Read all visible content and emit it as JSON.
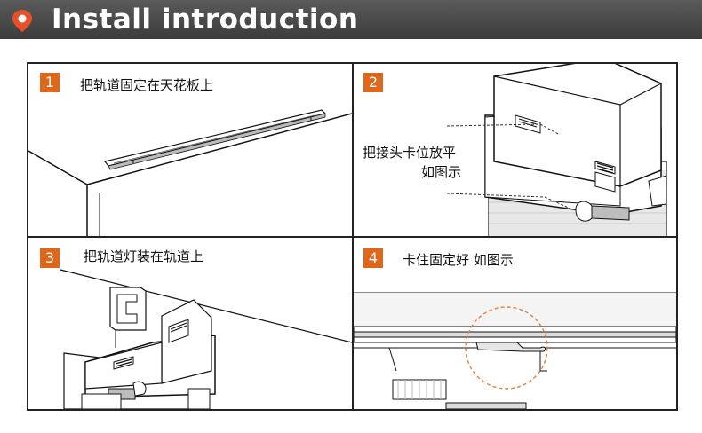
{
  "header": {
    "title": "Install introduction",
    "icon": "location-pin-icon",
    "accent": "#e8502a",
    "bar_color": "#4a4a4a"
  },
  "badge_color": "#e0661a",
  "steps": [
    {
      "number": "1",
      "caption": "把轨道固定在天花板上"
    },
    {
      "number": "2",
      "caption_line1": "把接头卡位放平",
      "caption_line2": "如图示"
    },
    {
      "number": "3",
      "caption": "把轨道灯装在轨道上"
    },
    {
      "number": "4",
      "caption": "卡住固定好  如图示"
    }
  ]
}
